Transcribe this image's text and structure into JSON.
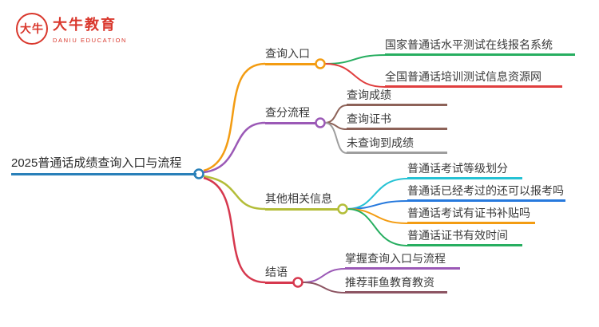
{
  "logo": {
    "seal_text": "大牛",
    "name": "大牛教育",
    "subtitle": "DANIU EDUCATION",
    "color": "#d9372c"
  },
  "mindmap": {
    "root": {
      "label": "2025普通话成绩查询入口与流程",
      "color": "#2980b9"
    },
    "branches": [
      {
        "label": "查询入口",
        "color": "#f39c12",
        "children": [
          {
            "label": "国家普通话水平测试在线报名系统",
            "color": "#27ae60"
          },
          {
            "label": "全国普通话培训测试信息资源网",
            "color": "#e03e3e"
          }
        ]
      },
      {
        "label": "查分流程",
        "color": "#9b59b6",
        "children": [
          {
            "label": "查询成绩",
            "color": "#8d6258"
          },
          {
            "label": "查询证书",
            "color": "#8d6258"
          },
          {
            "label": "未查询到成绩",
            "color": "#9e9e9e"
          }
        ]
      },
      {
        "label": "其他相关信息",
        "color": "#b3bd38",
        "children": [
          {
            "label": "普通话考试等级划分",
            "color": "#25c2d4"
          },
          {
            "label": "普通话已经考过的还可以报考吗",
            "color": "#2679dd"
          },
          {
            "label": "普通话考试有证书补贴吗",
            "color": "#f39c12"
          },
          {
            "label": "普通话证书有效时间",
            "color": "#27ae60"
          }
        ]
      },
      {
        "label": "结语",
        "color": "#d6384e",
        "children": [
          {
            "label": "掌握查询入口与流程",
            "color": "#9b59b6"
          },
          {
            "label": "推荐菲鱼教育教资",
            "color": "#8d5563"
          }
        ]
      }
    ]
  }
}
